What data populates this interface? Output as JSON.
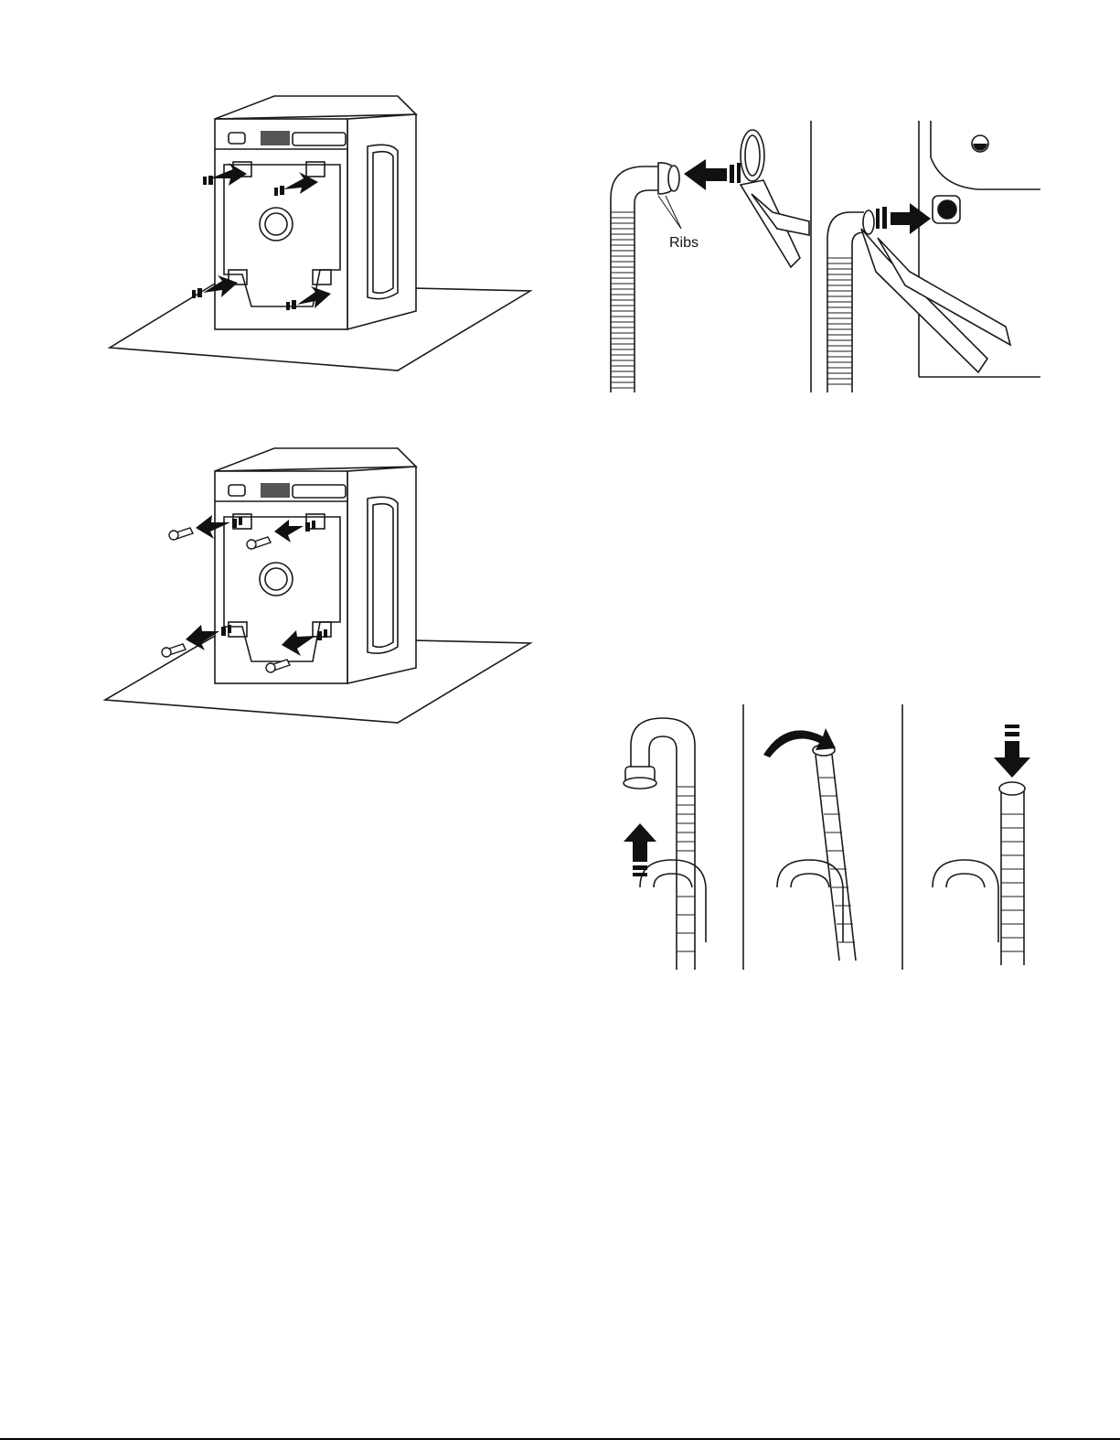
{
  "page": {
    "background": "#ffffff",
    "line_color": "#1a1a1a",
    "arrow_color": "#111111"
  },
  "figures": {
    "washer_back_install": {
      "icon": "washer-rear-plugs-insert"
    },
    "washer_back_remove": {
      "icon": "washer-rear-bolts-remove"
    },
    "drain_hose_connect": {
      "icon": "drain-hose-clamp-pliers",
      "label": "Ribs"
    },
    "drain_hose_form": {
      "icon": "drain-hose-form-steps"
    }
  }
}
